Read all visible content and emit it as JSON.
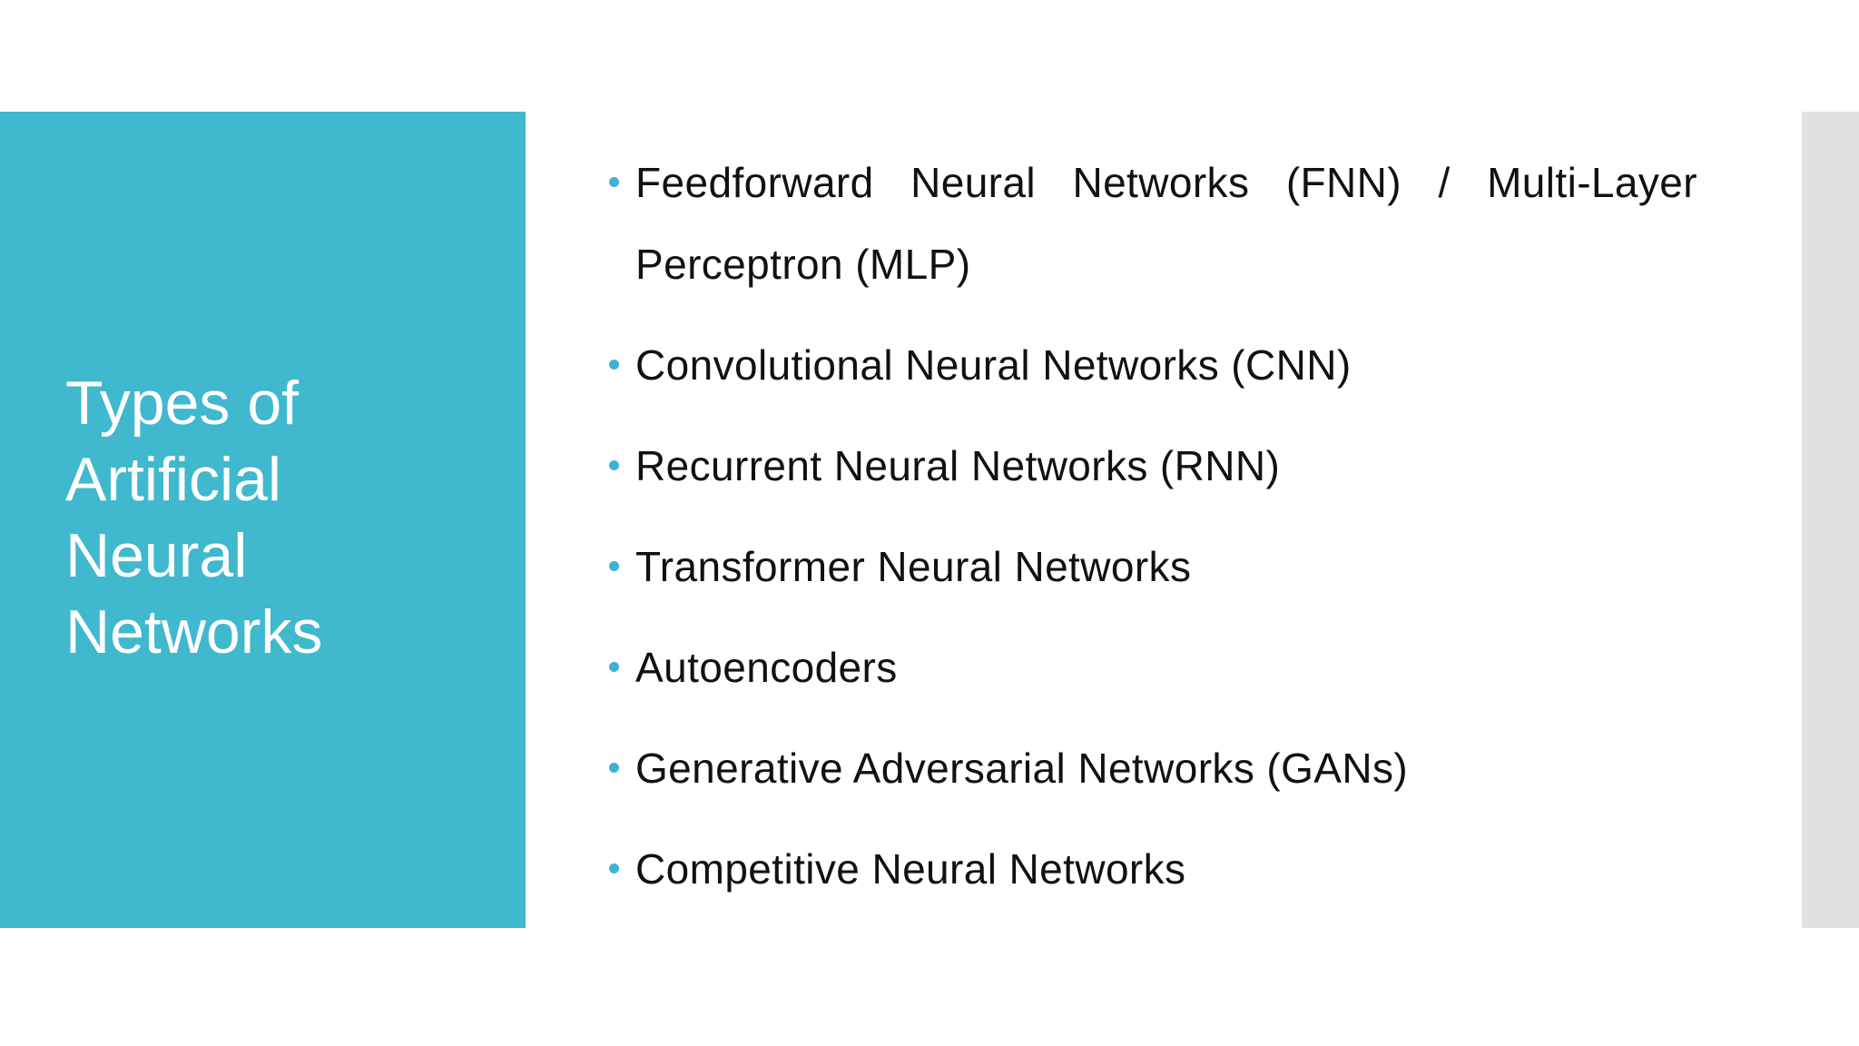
{
  "slide": {
    "title": "Types of Artificial Neural Networks",
    "bullets": [
      "Feedforward Neural Networks (FNN) / Multi-Layer Perceptron (MLP)",
      "Convolutional Neural Networks (CNN)",
      "Recurrent Neural Networks (RNN)",
      "Transformer Neural Networks",
      "Autoencoders",
      "Generative Adversarial Networks (GANs)",
      "Competitive Neural Networks"
    ]
  },
  "colors": {
    "accent_teal": "#40B8CE",
    "bullet_dot": "#3EB2D6",
    "edge_gray": "#E2E2E2",
    "title_text": "#FFFFFF",
    "body_text": "#111111"
  }
}
